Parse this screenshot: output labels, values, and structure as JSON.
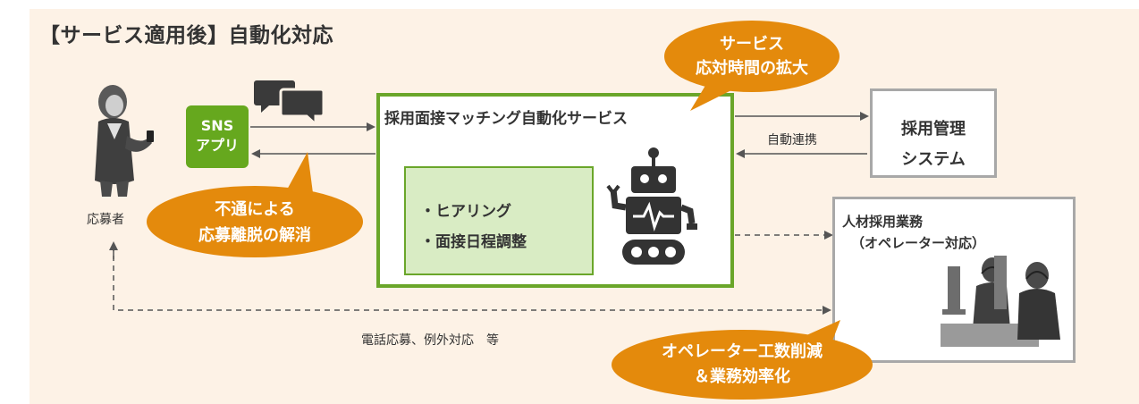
{
  "title": "【サービス適用後】自動化対応",
  "applicant": {
    "label": "応募者"
  },
  "sns": {
    "line1": "SNS",
    "line2": "アプリ"
  },
  "main_service": {
    "title": "採用面接マッチング自動化サービス",
    "items": [
      "・ヒアリング",
      "・面接日程調整"
    ]
  },
  "recruit_system": {
    "line1": "採用管理",
    "line2": "システム"
  },
  "auto_link_label": "自動連携",
  "hr_work": {
    "line1": "人材採用業務",
    "line2": "（オペレーター対応）"
  },
  "phone_label": "電話応募、例外対応　等",
  "callouts": {
    "service_time": {
      "line1": "サービス",
      "line2": "応対時間の拡大"
    },
    "dropout": {
      "line1": "不通による",
      "line2": "応募離脱の解消"
    },
    "operator": {
      "line1": "オペレーター工数削減",
      "line2": "＆業務効率化"
    }
  },
  "colors": {
    "accent_orange": "#e48a0c",
    "green": "#6aa62a",
    "sns_green": "#66a81e",
    "gray_border": "#a8a8a8",
    "background": "#fdf2e6"
  }
}
